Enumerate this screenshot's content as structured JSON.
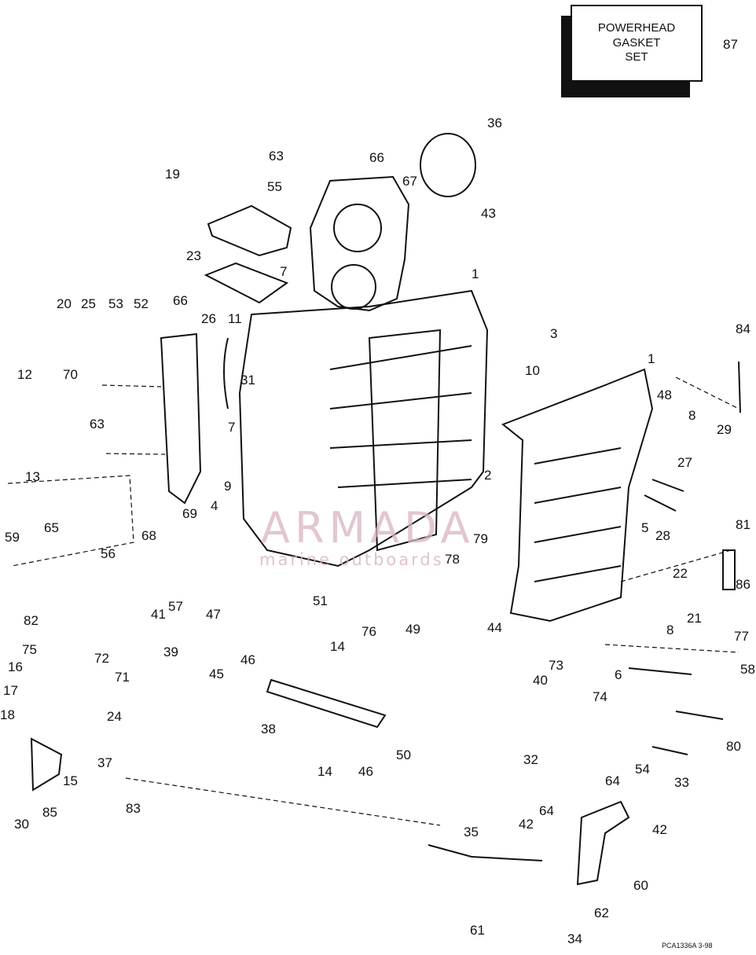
{
  "gasket_set": {
    "line1": "POWERHEAD",
    "line2": "GASKET",
    "line3": "SET",
    "ref": "87"
  },
  "watermark": {
    "brand": "ARMADA",
    "tagline": "marine outboards"
  },
  "drawing_code": "PCA1336A   3-98",
  "callouts": [
    {
      "id": "c36",
      "text": "36"
    },
    {
      "id": "c63a",
      "text": "63"
    },
    {
      "id": "c66a",
      "text": "66"
    },
    {
      "id": "c19",
      "text": "19"
    },
    {
      "id": "c55",
      "text": "55"
    },
    {
      "id": "c67",
      "text": "67"
    },
    {
      "id": "c43",
      "text": "43"
    },
    {
      "id": "c23",
      "text": "23"
    },
    {
      "id": "c7a",
      "text": "7"
    },
    {
      "id": "c1a",
      "text": "1"
    },
    {
      "id": "c20",
      "text": "20"
    },
    {
      "id": "c25",
      "text": "25"
    },
    {
      "id": "c53",
      "text": "53"
    },
    {
      "id": "c52",
      "text": "52"
    },
    {
      "id": "c66b",
      "text": "66"
    },
    {
      "id": "c26",
      "text": "26"
    },
    {
      "id": "c11",
      "text": "11"
    },
    {
      "id": "c3",
      "text": "3"
    },
    {
      "id": "c84",
      "text": "84"
    },
    {
      "id": "c10",
      "text": "10"
    },
    {
      "id": "c1b",
      "text": "1"
    },
    {
      "id": "c70",
      "text": "70"
    },
    {
      "id": "c12",
      "text": "12"
    },
    {
      "id": "c31",
      "text": "31"
    },
    {
      "id": "c48",
      "text": "48"
    },
    {
      "id": "c8a",
      "text": "8"
    },
    {
      "id": "c63b",
      "text": "63"
    },
    {
      "id": "c7b",
      "text": "7"
    },
    {
      "id": "c29",
      "text": "29"
    },
    {
      "id": "c13",
      "text": "13"
    },
    {
      "id": "c9",
      "text": "9"
    },
    {
      "id": "c2",
      "text": "2"
    },
    {
      "id": "c27",
      "text": "27"
    },
    {
      "id": "c4",
      "text": "4"
    },
    {
      "id": "c81",
      "text": "81"
    },
    {
      "id": "c59",
      "text": "59"
    },
    {
      "id": "c65",
      "text": "65"
    },
    {
      "id": "c69",
      "text": "69"
    },
    {
      "id": "c5",
      "text": "5"
    },
    {
      "id": "c68",
      "text": "68"
    },
    {
      "id": "c28",
      "text": "28"
    },
    {
      "id": "c79",
      "text": "79"
    },
    {
      "id": "c56",
      "text": "56"
    },
    {
      "id": "c78",
      "text": "78"
    },
    {
      "id": "c22",
      "text": "22"
    },
    {
      "id": "c86",
      "text": "86"
    },
    {
      "id": "c57",
      "text": "57"
    },
    {
      "id": "c51",
      "text": "51"
    },
    {
      "id": "c82",
      "text": "82"
    },
    {
      "id": "c41",
      "text": "41"
    },
    {
      "id": "c47",
      "text": "47"
    },
    {
      "id": "c21",
      "text": "21"
    },
    {
      "id": "c76",
      "text": "76"
    },
    {
      "id": "c8b",
      "text": "8"
    },
    {
      "id": "c77",
      "text": "77"
    },
    {
      "id": "c44",
      "text": "44"
    },
    {
      "id": "c49",
      "text": "49"
    },
    {
      "id": "c75",
      "text": "75"
    },
    {
      "id": "c39",
      "text": "39"
    },
    {
      "id": "c14a",
      "text": "14"
    },
    {
      "id": "c72",
      "text": "72"
    },
    {
      "id": "c73",
      "text": "73"
    },
    {
      "id": "c58",
      "text": "58"
    },
    {
      "id": "c71",
      "text": "71"
    },
    {
      "id": "c46a",
      "text": "46"
    },
    {
      "id": "c16",
      "text": "16"
    },
    {
      "id": "c45",
      "text": "45"
    },
    {
      "id": "c40",
      "text": "40"
    },
    {
      "id": "c6",
      "text": "6"
    },
    {
      "id": "c17",
      "text": "17"
    },
    {
      "id": "c74",
      "text": "74"
    },
    {
      "id": "c18",
      "text": "18"
    },
    {
      "id": "c24",
      "text": "24"
    },
    {
      "id": "c38",
      "text": "38"
    },
    {
      "id": "c80",
      "text": "80"
    },
    {
      "id": "c37",
      "text": "37"
    },
    {
      "id": "c32",
      "text": "32"
    },
    {
      "id": "c50",
      "text": "50"
    },
    {
      "id": "c15",
      "text": "15"
    },
    {
      "id": "c14b",
      "text": "14"
    },
    {
      "id": "c46b",
      "text": "46"
    },
    {
      "id": "c33",
      "text": "33"
    },
    {
      "id": "c54",
      "text": "54"
    },
    {
      "id": "c64a",
      "text": "64"
    },
    {
      "id": "c30",
      "text": "30"
    },
    {
      "id": "c85",
      "text": "85"
    },
    {
      "id": "c83",
      "text": "83"
    },
    {
      "id": "c64b",
      "text": "64"
    },
    {
      "id": "c42a",
      "text": "42"
    },
    {
      "id": "c42b",
      "text": "42"
    },
    {
      "id": "c35",
      "text": "35"
    },
    {
      "id": "c60",
      "text": "60"
    },
    {
      "id": "c62",
      "text": "62"
    },
    {
      "id": "c61",
      "text": "61"
    },
    {
      "id": "c34",
      "text": "34"
    }
  ]
}
